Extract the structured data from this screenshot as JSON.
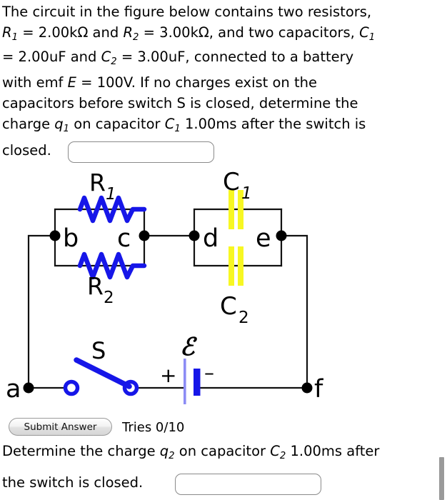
{
  "problem": {
    "lines": [
      {
        "id": "l1",
        "text": "The circuit in the figure below contains two resistors,"
      },
      {
        "id": "l2",
        "text": "R_1 = 2.00kΩ and R_2 = 3.00kΩ, and two capacitors, C_1"
      },
      {
        "id": "l3",
        "text": "= 2.00uF and C_2 = 3.00uF, connected to a battery"
      },
      {
        "id": "l4",
        "text": "with emf E = 100V. If no charges exist on the"
      },
      {
        "id": "l5",
        "text": "capacitors before switch S is closed, determine the"
      },
      {
        "id": "l6",
        "text": "charge q_1 on capacitor C_1 1.00ms after the switch is"
      },
      {
        "id": "l7",
        "text": "closed."
      }
    ],
    "values": {
      "r1_label": "R",
      "r1_sub": "1",
      "r1_value": "2.00kΩ",
      "r2_label": "R",
      "r2_sub": "2",
      "r2_value": "3.00kΩ",
      "c1_label": "C",
      "c1_sub": "1",
      "c1_value": "2.00uF",
      "c2_label": "C",
      "c2_sub": "2",
      "c2_value": "3.00uF",
      "emf_label": "E",
      "emf_value": "100V",
      "time": "1.00ms",
      "q1_label": "q",
      "q1_sub": "1",
      "q2_label": "q",
      "q2_sub": "2",
      "switch_label": "S"
    },
    "part1_segments": {
      "a": "The circuit in the figure below contains two resistors,",
      "b1": " = 2.00kΩ and ",
      "b2": " = 3.00kΩ, and two capacitors, ",
      "c1": "= 2.00uF and ",
      "c2": " = 3.00uF, connected to a battery",
      "d1": "with emf ",
      "d2": " = 100V. If no charges exist on the",
      "e": "capacitors before switch S is closed, determine the",
      "f1": "charge ",
      "f2": " on capacitor ",
      "f3": " 1.00ms after the switch is",
      "g": "closed."
    },
    "part2_segments": {
      "a1": "Determine the charge ",
      "a2": " on capacitor ",
      "a3": " 1.00ms after",
      "b": "the switch is closed."
    }
  },
  "inputs": {
    "answer1": {
      "value": "",
      "placeholder": ""
    },
    "answer2": {
      "value": "",
      "placeholder": ""
    }
  },
  "controls": {
    "submit_label": "Submit Answer",
    "tries_label": "Tries 0/10"
  },
  "figure": {
    "labels": {
      "node_a": "a",
      "node_b": "b",
      "node_c": "c",
      "node_d": "d",
      "node_e": "e",
      "node_f": "f",
      "r1": "R",
      "r1_sub": "1",
      "r2": "R",
      "r2_sub": "2",
      "c1": "C",
      "c1_sub": "1",
      "c2": "C",
      "c2_sub": "2",
      "switch": "S",
      "emf": "ℰ",
      "plus": "+",
      "minus": "–"
    },
    "colors": {
      "resistor": "#1616e8",
      "capacitor": "#f7f723",
      "switch": "#1616e8",
      "battery_positive": "#8c8cf5",
      "battery_negative": "#1616e8",
      "wire": "#111111",
      "node": "#000000"
    }
  },
  "scrollbar": {
    "visible": true
  }
}
